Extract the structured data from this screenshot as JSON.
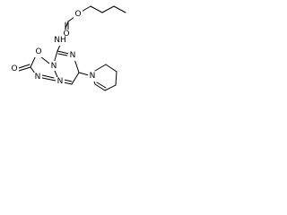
{
  "molecule": {
    "atoms": [
      {
        "id": "o_ring",
        "label": "O"
      },
      {
        "id": "n_amide",
        "label": "NH"
      },
      {
        "id": "o_carbonyl_carbamate",
        "label": "O"
      },
      {
        "id": "o_ester",
        "label": "O"
      },
      {
        "id": "n_pyrimidine_top",
        "label": "N"
      },
      {
        "id": "n_pyrimidine_bridge",
        "label": "N"
      },
      {
        "id": "o_oxo",
        "label": "O"
      },
      {
        "id": "n_oxadiazole",
        "label": "N"
      },
      {
        "id": "n_pyrimidine_bottom",
        "label": "N"
      },
      {
        "id": "n_tetrahydropyridine",
        "label": "N"
      }
    ]
  }
}
